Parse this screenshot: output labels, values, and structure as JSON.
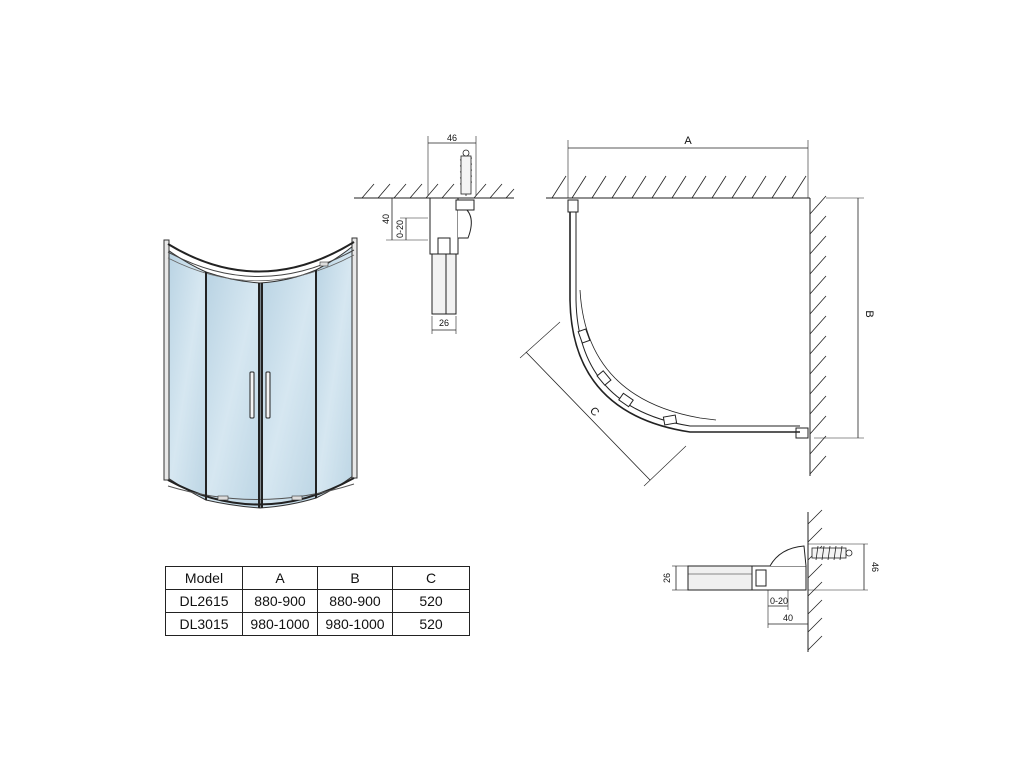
{
  "labels": {
    "top_profile": {
      "width": "46",
      "height": "40",
      "adjust": "0-20",
      "bottom": "26"
    },
    "plan": {
      "a": "A",
      "b": "B",
      "c": "C"
    },
    "side_profile": {
      "height_left": "26",
      "height_right": "46",
      "adjust": "0-20",
      "depth": "40"
    }
  },
  "table": {
    "headers": [
      "Model",
      "A",
      "B",
      "C"
    ],
    "rows": [
      [
        "DL2615",
        "880-900",
        "880-900",
        "520"
      ],
      [
        "DL3015",
        "980-1000",
        "980-1000",
        "520"
      ]
    ]
  }
}
